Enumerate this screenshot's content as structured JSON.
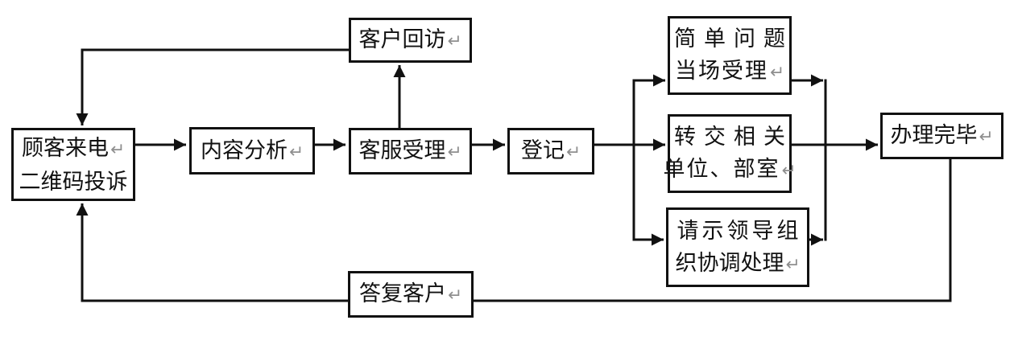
{
  "diagram": {
    "type": "flowchart",
    "language": "zh-CN",
    "paragraph_mark": "↵",
    "colors": {
      "line": "#111111",
      "text": "#111111",
      "paragraph_mark": "#8f8f8f",
      "background": "#ffffff"
    },
    "nodes": {
      "complaint": {
        "lines": [
          "顾客来电",
          "二维码投诉"
        ]
      },
      "analysis": {
        "lines": [
          "内容分析"
        ]
      },
      "callback": {
        "lines": [
          "客户回访"
        ]
      },
      "service": {
        "lines": [
          "客服受理"
        ]
      },
      "register": {
        "lines": [
          "登记"
        ]
      },
      "simple": {
        "lines": [
          "简单问题",
          "当场受理"
        ]
      },
      "transfer": {
        "lines": [
          "转交相关",
          "单位、部室"
        ]
      },
      "leader": {
        "lines": [
          "请示领导组",
          "织协调处理"
        ]
      },
      "done": {
        "lines": [
          "办理完毕"
        ]
      },
      "reply": {
        "lines": [
          "答复客户"
        ]
      }
    },
    "edges": [
      {
        "from": "complaint",
        "to": "analysis",
        "arrow": true
      },
      {
        "from": "analysis",
        "to": "service",
        "arrow": true
      },
      {
        "from": "service",
        "to": "register",
        "arrow": true
      },
      {
        "from": "service",
        "to": "callback",
        "arrow": true
      },
      {
        "from": "callback",
        "to": "complaint",
        "arrow": true
      },
      {
        "from": "register",
        "to": "simple",
        "arrow": true
      },
      {
        "from": "register",
        "to": "transfer",
        "arrow": true
      },
      {
        "from": "register",
        "to": "leader",
        "arrow": true
      },
      {
        "from": "simple",
        "to": "done",
        "arrow": true
      },
      {
        "from": "transfer",
        "to": "done",
        "arrow": true
      },
      {
        "from": "leader",
        "to": "done",
        "arrow": true
      },
      {
        "from": "done",
        "to": "reply",
        "arrow": false
      },
      {
        "from": "reply",
        "to": "complaint",
        "arrow": true
      }
    ]
  }
}
